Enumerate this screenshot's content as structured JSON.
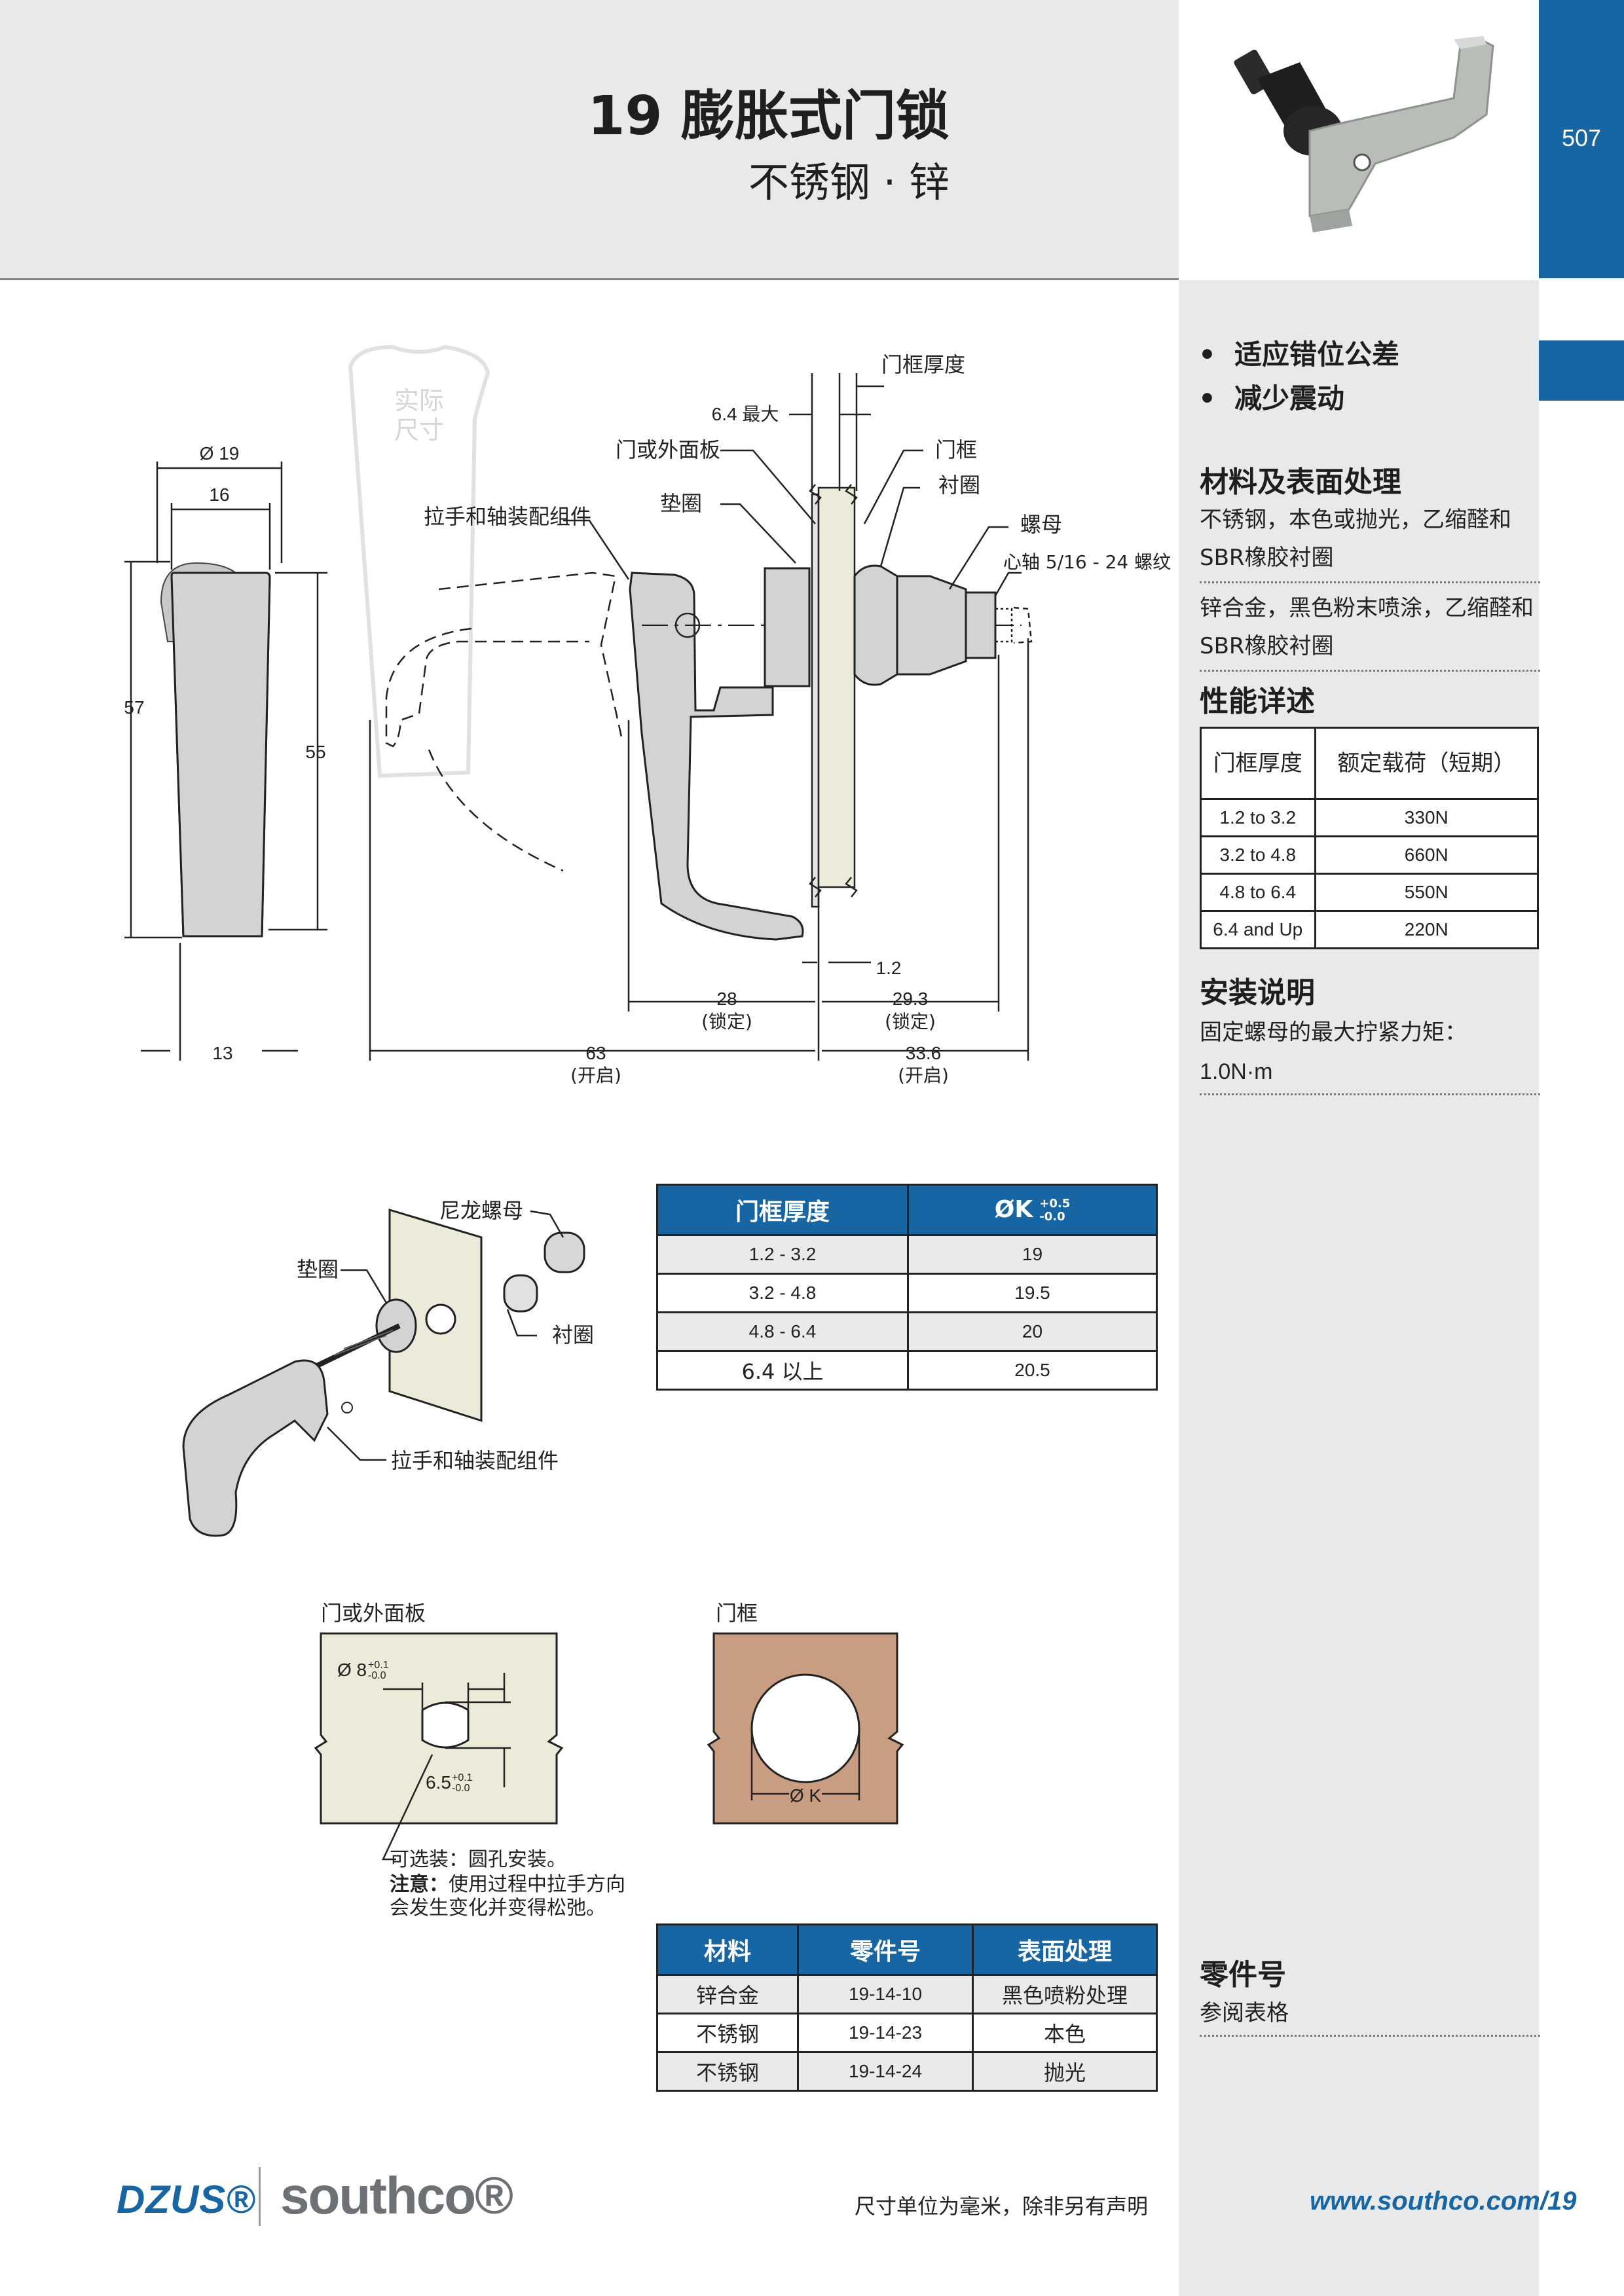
{
  "header": {
    "title": "19 膨胀式门锁",
    "subtitle": "不锈钢 · 锌",
    "page_number": "507"
  },
  "features": [
    "适应错位公差",
    "减少震动"
  ],
  "materials": {
    "heading": "材料及表面处理",
    "items": [
      "不锈钢，本色或抛光，乙缩醛和SBR橡胶衬圈",
      "锌合金，黑色粉末喷涂，乙缩醛和SBR橡胶衬圈"
    ]
  },
  "performance": {
    "heading": "性能详述",
    "col_thickness": "门框厚度",
    "col_load": "额定载荷（短期）",
    "rows": [
      {
        "thickness": "1.2 to 3.2",
        "load": "330N"
      },
      {
        "thickness": "3.2 to 4.8",
        "load": "660N"
      },
      {
        "thickness": "4.8 to 6.4",
        "load": "550N"
      },
      {
        "thickness": "6.4 and Up",
        "load": "220N"
      }
    ]
  },
  "installation": {
    "heading": "安装说明",
    "text": "固定螺母的最大拧紧力矩：",
    "value": "1.0N·m"
  },
  "part_number": {
    "heading": "零件号",
    "text": "参阅表格"
  },
  "drawing": {
    "actual_size": "实际尺寸",
    "frame_thickness": "门框厚度",
    "max_64": "6.4 最大",
    "door_panel": "门或外面板",
    "frame": "门框",
    "washer": "垫圈",
    "bushing": "衬圈",
    "handle_assembly": "拉手和轴装配组件",
    "nut": "螺母",
    "shaft": "心轴 5/16 - 24 螺纹",
    "d19": "Ø 19",
    "d16": "16",
    "d57": "57",
    "d55": "55",
    "d13": "13",
    "d63": "63",
    "open": "(开启)",
    "d28": "28",
    "locked": "(锁定)",
    "d293": "29.3",
    "d336": "33.6",
    "d12": "1.2"
  },
  "exploded": {
    "nylon_nut": "尼龙螺母",
    "washer": "垫圈",
    "bushing": "衬圈",
    "handle_assembly": "拉手和轴装配组件"
  },
  "frame_table": {
    "col_thickness": "门框厚度",
    "col_dk": "ØK",
    "tol_plus": "+0.5",
    "tol_minus": "-0.0",
    "rows": [
      {
        "thickness": "1.2 - 3.2",
        "dk": "19"
      },
      {
        "thickness": "3.2 - 4.8",
        "dk": "19.5"
      },
      {
        "thickness": "4.8 - 6.4",
        "dk": "20"
      },
      {
        "thickness": "6.4 以上",
        "dk": "20.5"
      }
    ]
  },
  "cutouts": {
    "panel_label": "门或外面板",
    "frame_label": "门框",
    "d8": "Ø 8",
    "d8_tol_plus": "+0.1",
    "d8_tol_minus": "-0.0",
    "d65": "6.5",
    "d65_tol_plus": "+0.1",
    "d65_tol_minus": "-0.0",
    "dk": "Ø K",
    "note1": "可选装：圆孔安装。",
    "note2_bold": "注意：",
    "note2": "使用过程中拉手方向",
    "note3": "会发生变化并变得松弛。"
  },
  "parts_table": {
    "col_material": "材料",
    "col_part": "零件号",
    "col_finish": "表面处理",
    "rows": [
      {
        "material": "锌合金",
        "part": "19-14-10",
        "finish": "黑色喷粉处理"
      },
      {
        "material": "不锈钢",
        "part": "19-14-23",
        "finish": "本色"
      },
      {
        "material": "不锈钢",
        "part": "19-14-24",
        "finish": "抛光"
      }
    ]
  },
  "footer": {
    "brand1": "DZUS®",
    "brand2": "southco®",
    "note": "尺寸单位为毫米，除非另有声明",
    "url": "www.southco.com/19"
  },
  "colors": {
    "accent_blue": "#1765a2",
    "panel_beige": "#ecebd9",
    "frame_copper": "#c89d82",
    "sidebar_gray": "#e7e9ea"
  }
}
